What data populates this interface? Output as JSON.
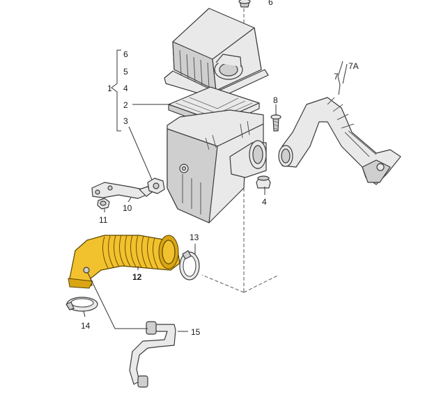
{
  "callouts": {
    "c6top": "6",
    "c6": "6",
    "c5": "5",
    "c4a": "4",
    "c1": "1",
    "c2": "2",
    "c3": "3",
    "c8": "8",
    "c4b": "4",
    "c7": "7",
    "c7a": "7A",
    "c10": "10",
    "c11": "11",
    "c12": "12",
    "c13": "13",
    "c14": "14",
    "c15": "15"
  },
  "colors": {
    "highlight": "#f2c12e",
    "line": "#3a3a3a",
    "part": "#e9e9e9"
  }
}
